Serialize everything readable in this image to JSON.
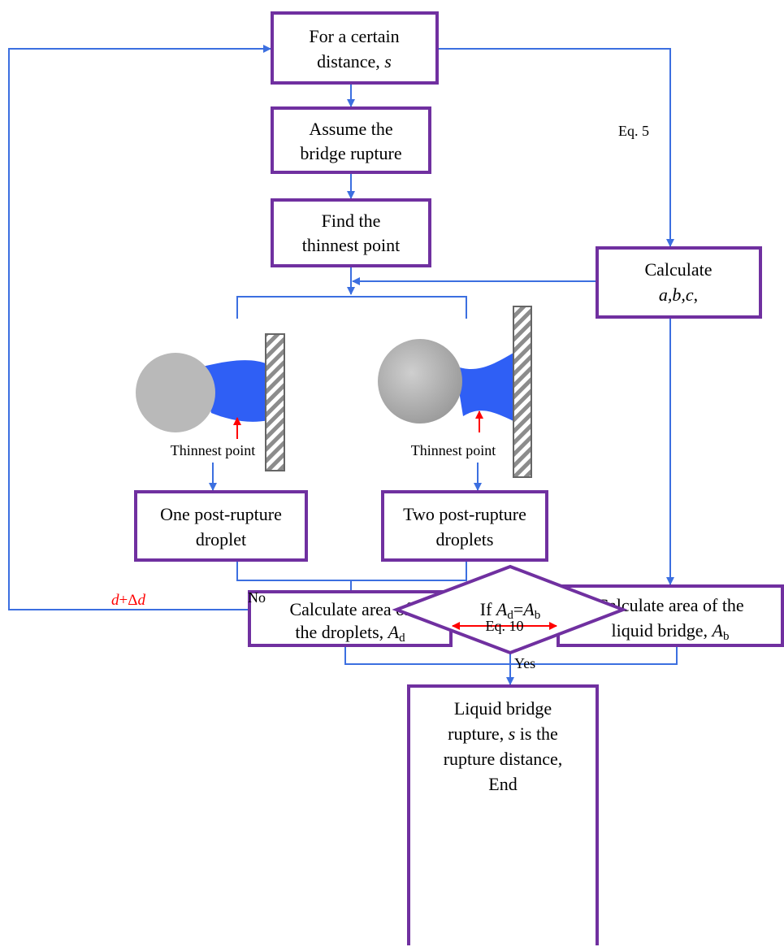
{
  "boxes": {
    "start": {
      "line1": "For a certain",
      "line2_prefix": "distance, ",
      "line2_var": "s"
    },
    "assume": {
      "line1": "Assume the",
      "line2": "bridge rupture"
    },
    "find": {
      "line1": "Find the",
      "line2": "thinnest point"
    },
    "calc_abc": {
      "line1": "Calculate",
      "line2": "a,b,c",
      "line2_suffix": ","
    },
    "one_droplet": {
      "line1": "One post-rupture",
      "line2": "droplet"
    },
    "two_droplets": {
      "line1": "Two post-rupture",
      "line2": "droplets"
    },
    "area_droplets": {
      "line1": "Calculate area of",
      "line2_prefix": "the droplets, ",
      "var": "A",
      "sub": "d"
    },
    "area_bridge": {
      "line1": "Calculate area of the",
      "line2_prefix": "liquid bridge, ",
      "var": "A",
      "sub": "b"
    },
    "decision": {
      "prefix": "If ",
      "left_var": "A",
      "left_sub": "d",
      "eq": "=",
      "right_var": "A",
      "right_sub": "b"
    },
    "end": {
      "line1": "Liquid bridge",
      "line2_prefix": "rupture, ",
      "line2_var": "s",
      "line2_suffix": " is the",
      "line3": "rupture distance,",
      "line4": "End"
    }
  },
  "labels": {
    "eq5": "Eq. 5",
    "eq10": "Eq. 10",
    "thinnest_left": "Thinnest point",
    "thinnest_right": "Thinnest point",
    "no": "No",
    "yes": "Yes",
    "increment_var": "d",
    "increment_op": "+Δ",
    "increment_var2": "d"
  },
  "colors": {
    "box_border": "#7030a0",
    "arrow": "#3c6fe0",
    "red_arrow": "#ff0000",
    "liquid": "#2f5ff5",
    "sphere": "#b9b9b9"
  },
  "icons": [
    "sphere-particle",
    "hatched-wall",
    "liquid-bridge"
  ]
}
